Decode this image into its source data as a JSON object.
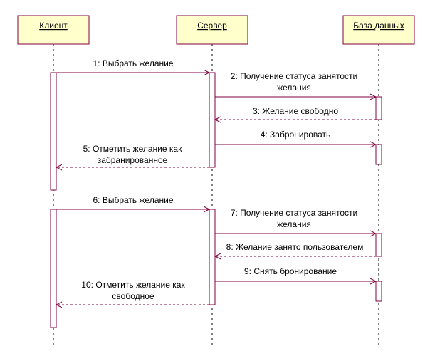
{
  "colors": {
    "line": "#800040",
    "head_fill": "#ffffcc",
    "activation_fill": "#ffffff",
    "lifeline": "#000000"
  },
  "participants": [
    {
      "id": "client",
      "name": "Клиент"
    },
    {
      "id": "server",
      "name": "Сервер"
    },
    {
      "id": "db",
      "name": "База данных"
    }
  ],
  "messages": [
    {
      "id": "m1",
      "from": "client",
      "to": "server",
      "kind": "call",
      "lines": [
        "1: Выбрать желание"
      ]
    },
    {
      "id": "m2",
      "from": "server",
      "to": "db",
      "kind": "call",
      "lines": [
        "2: Получение статуса занятости",
        "желания"
      ]
    },
    {
      "id": "m3",
      "from": "db",
      "to": "server",
      "kind": "return",
      "lines": [
        "3: Желание свободно"
      ]
    },
    {
      "id": "m4",
      "from": "server",
      "to": "db",
      "kind": "call",
      "lines": [
        "4: Забронировать"
      ]
    },
    {
      "id": "m5",
      "from": "server",
      "to": "client",
      "kind": "return",
      "lines": [
        "5: Отметить желание как",
        "забранированное"
      ]
    },
    {
      "id": "m6",
      "from": "client",
      "to": "server",
      "kind": "call",
      "lines": [
        "6: Выбрать желание"
      ]
    },
    {
      "id": "m7",
      "from": "server",
      "to": "db",
      "kind": "call",
      "lines": [
        "7: Получение статуса занятости",
        "желания"
      ]
    },
    {
      "id": "m8",
      "from": "db",
      "to": "server",
      "kind": "return",
      "lines": [
        "8: Желание занято пользователем"
      ]
    },
    {
      "id": "m9",
      "from": "server",
      "to": "db",
      "kind": "call",
      "lines": [
        "9: Снять бронирование"
      ]
    },
    {
      "id": "m10",
      "from": "server",
      "to": "client",
      "kind": "return",
      "lines": [
        "10: Отметить желание как",
        "свободное"
      ]
    }
  ]
}
